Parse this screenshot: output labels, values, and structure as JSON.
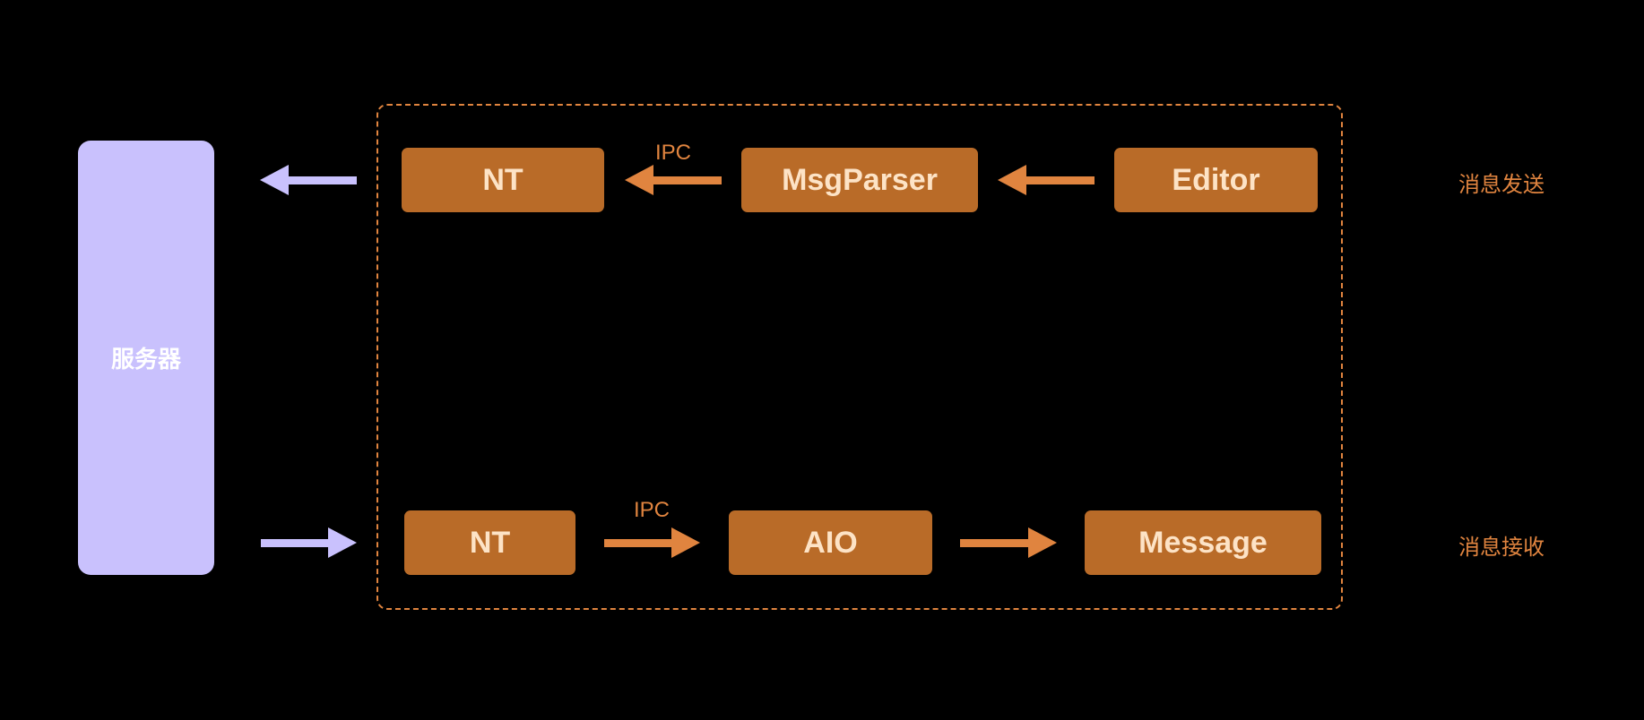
{
  "server": {
    "label": "服务器",
    "color": "#c9c1fd"
  },
  "send_row": {
    "label": "消息发送",
    "nodes": [
      "NT",
      "MsgParser",
      "Editor"
    ],
    "edge_labels": [
      "IPC"
    ]
  },
  "receive_row": {
    "label": "消息接收",
    "nodes": [
      "NT",
      "AIO",
      "Message"
    ],
    "edge_labels": [
      "IPC"
    ]
  },
  "colors": {
    "node_fill": "#b96b28",
    "node_text": "#fde3c6",
    "accent": "#e0843f",
    "background": "#000000"
  }
}
